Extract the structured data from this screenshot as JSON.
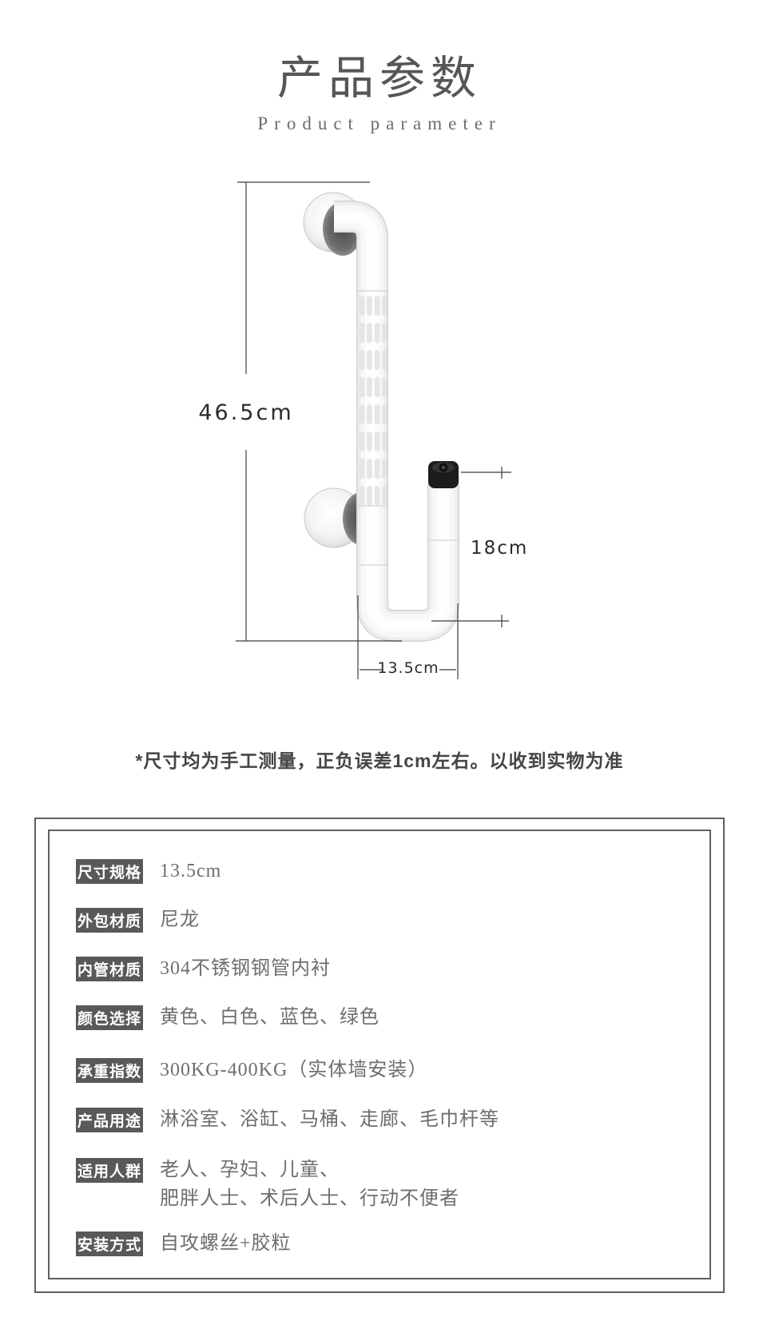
{
  "header": {
    "title": "产品参数",
    "subtitle": "Product parameter"
  },
  "figure": {
    "product": "grab-bar",
    "dim_height": "46.5cm",
    "dim_side": "18cm",
    "dim_width": "13.5cm"
  },
  "note": "*尺寸均为手工测量，正负误差1cm左右。以收到实物为准",
  "specs": {
    "rows": [
      {
        "label": "尺寸规格",
        "value": "13.5cm"
      },
      {
        "label": "外包材质",
        "value": "尼龙"
      },
      {
        "label": "内管材质",
        "value": "304不锈钢钢管内衬"
      },
      {
        "label": "颜色选择",
        "value": "黄色、白色、蓝色、绿色"
      },
      {
        "label": "承重指数",
        "value": "300KG-400KG（实体墙安装）"
      },
      {
        "label": "产品用途",
        "value": "淋浴室、浴缸、马桶、走廊、毛巾杆等"
      },
      {
        "label": "适用人群",
        "value": "老人、孕妇、儿童、",
        "value2": "肥胖人士、术后人士、行动不便者"
      },
      {
        "label": "安装方式",
        "value": "自攻螺丝+胶粒"
      }
    ]
  },
  "colors": {
    "chip_background": "#58595b",
    "chip_text": "#ffffff",
    "table_border": "#5f5f5f",
    "title_text": "#55565a",
    "value_text": "#6e6e6e",
    "dimension_line": "#3c3c3c",
    "cap_black": "#1c1c1e"
  }
}
